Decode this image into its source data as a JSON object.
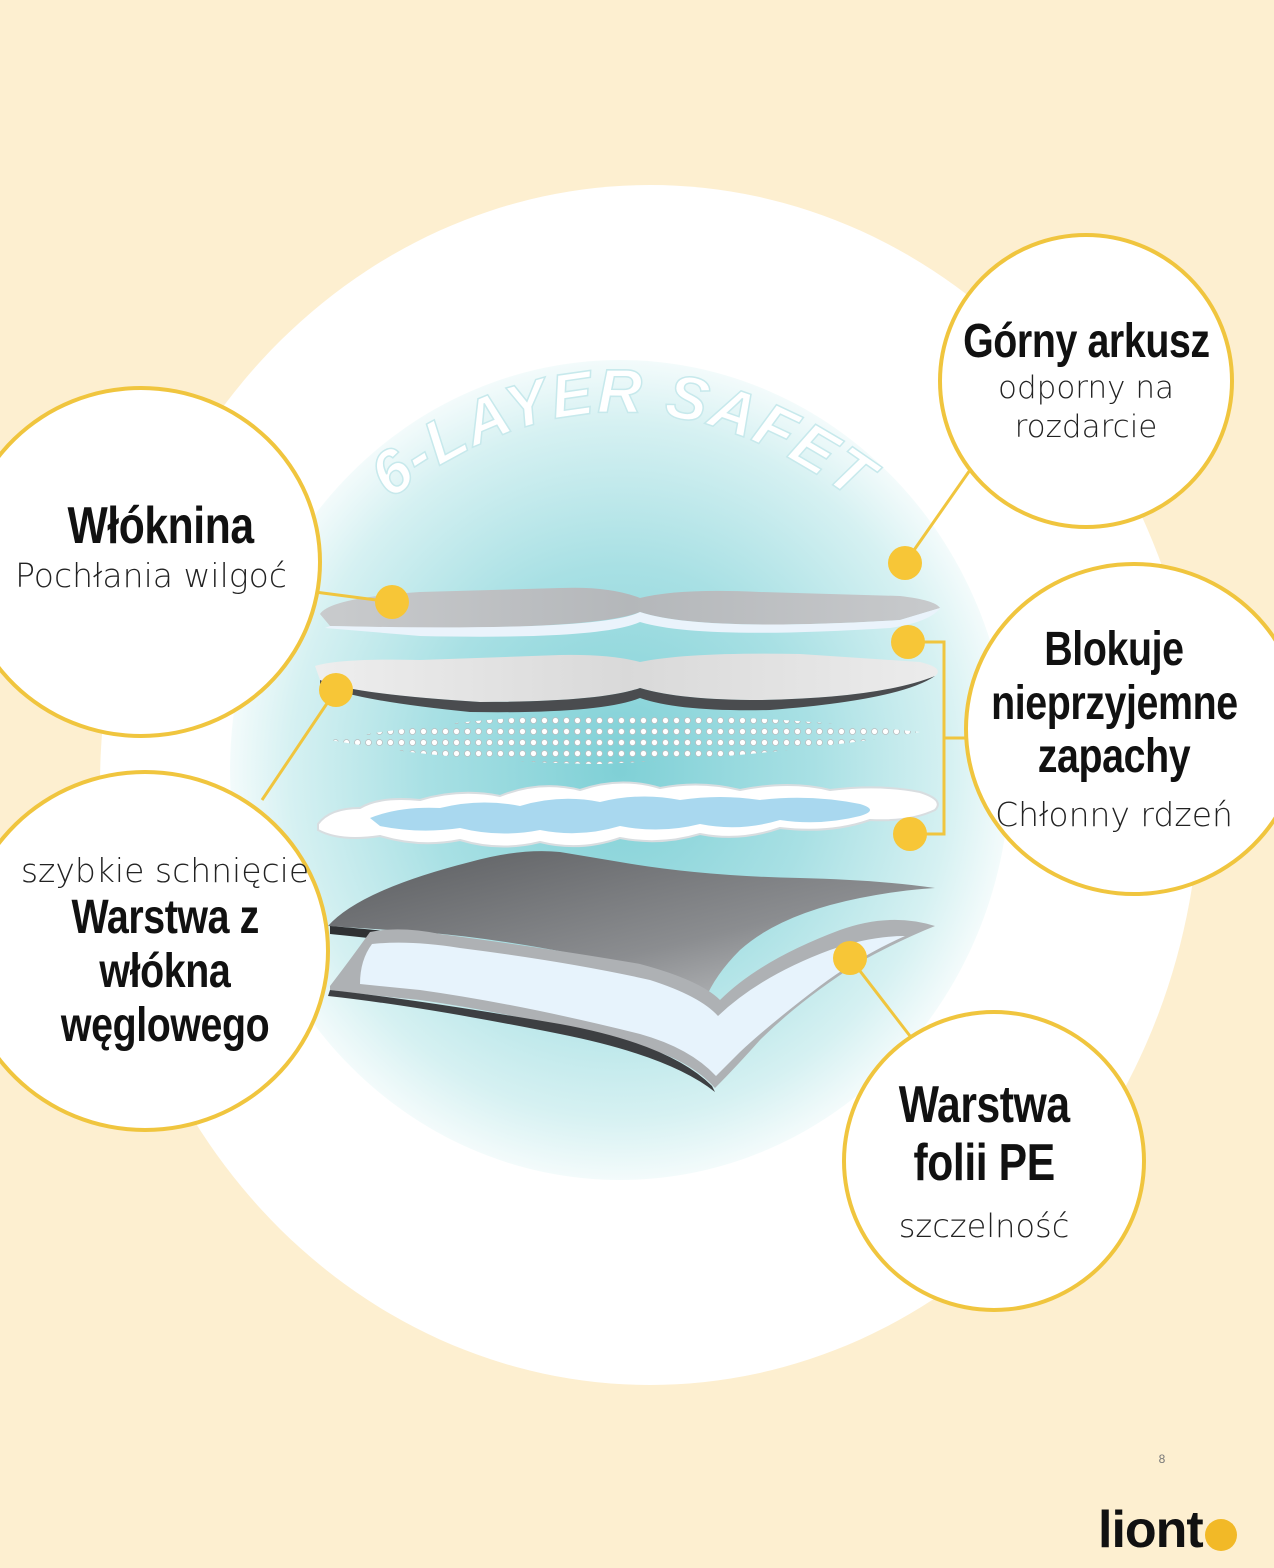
{
  "headline": "6-LAYER SAFETY",
  "colors": {
    "background": "#fdefd0",
    "accent": "#f0c53e",
    "glow": "#7fd0d6"
  },
  "labels": {
    "nonwoven": {
      "title": "Włóknina",
      "subtitle": "Pochłania wilgoć"
    },
    "carbon": {
      "subtitle": "szybkie schnięcie",
      "title_lines": [
        "Warstwa z",
        "włókna",
        "węglowego"
      ]
    },
    "top_sheet": {
      "title": "Górny arkusz",
      "subtitle_lines": [
        "odporny na",
        "rozdarcie"
      ]
    },
    "odor": {
      "title_lines": [
        "Blokuje",
        "nieprzyjemne",
        "zapachy"
      ],
      "subtitle": "Chłonny rdzeń"
    },
    "pe_film": {
      "title_lines": [
        "Warstwa",
        "folii PE"
      ],
      "subtitle": "szczelność"
    }
  },
  "page_number": "8",
  "logo": {
    "text": "liont",
    "icon": "lion-o-logo-icon"
  }
}
